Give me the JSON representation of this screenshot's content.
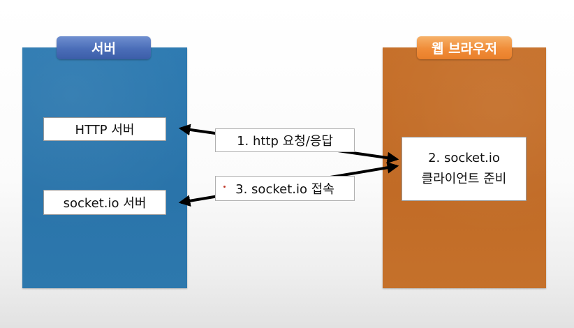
{
  "server": {
    "title": "서버",
    "http_server": "HTTP 서버",
    "socketio_server": "socket.io 서버"
  },
  "browser": {
    "title": "웹 브라우저",
    "client_line1": "2. socket.io",
    "client_line2": "클라이언트 준비"
  },
  "steps": {
    "step1": "1. http 요청/응답",
    "step3": "3. socket.io 접속"
  },
  "colors": {
    "server_panel": "#2a74aa",
    "server_tab": "#4a6db8",
    "browser_panel": "#c16b26",
    "browser_tab": "#f08c38",
    "arrow": "#000000"
  }
}
